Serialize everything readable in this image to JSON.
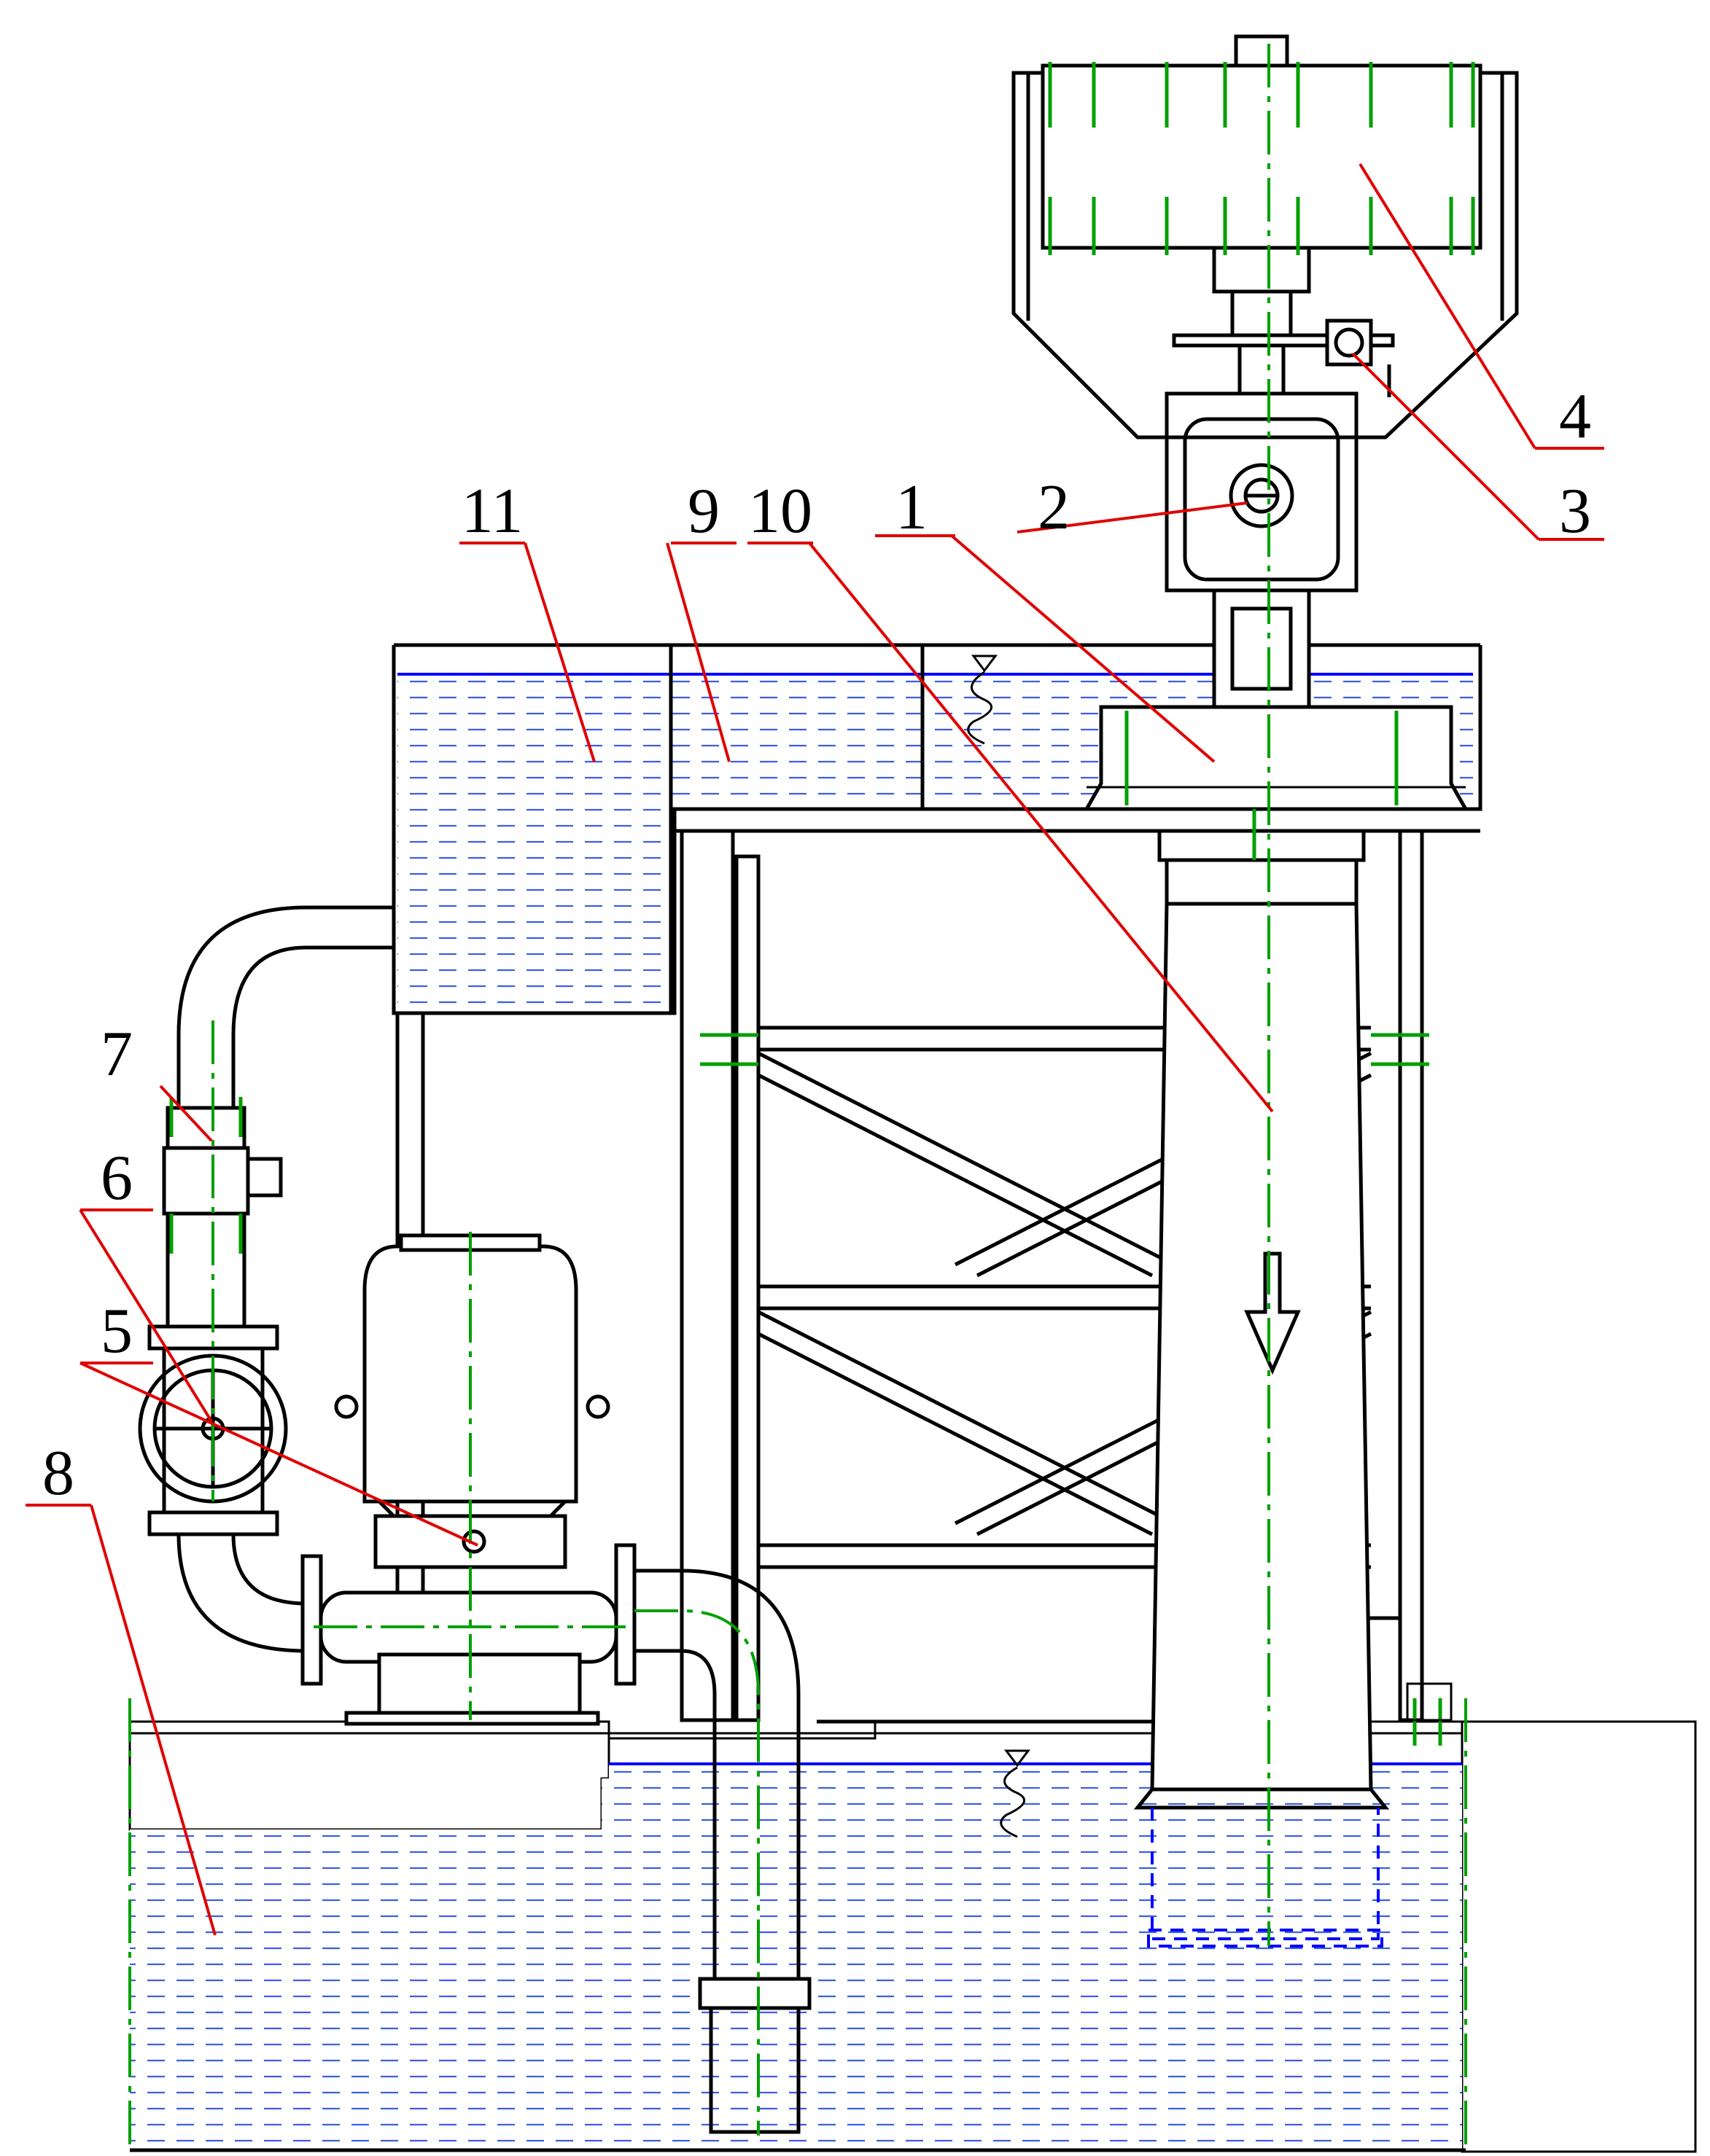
{
  "colors": {
    "outline": "#000000",
    "centerline": "#00a000",
    "leader": "#e00000",
    "water": "#0000ff"
  },
  "callouts": [
    {
      "id": "1",
      "label": "1",
      "part": "tank-mounted-device"
    },
    {
      "id": "2",
      "label": "2",
      "part": "round-window"
    },
    {
      "id": "3",
      "label": "3",
      "part": "drive-pulley"
    },
    {
      "id": "4",
      "label": "4",
      "part": "upper-housing"
    },
    {
      "id": "5",
      "label": "5",
      "part": "pump-motor"
    },
    {
      "id": "6",
      "label": "6",
      "part": "handwheel-valve"
    },
    {
      "id": "7",
      "label": "7",
      "part": "pipe-fitting"
    },
    {
      "id": "8",
      "label": "8",
      "part": "lower-reservoir"
    },
    {
      "id": "9",
      "label": "9",
      "part": "middle-compartment"
    },
    {
      "id": "10",
      "label": "10",
      "part": "vertical-tube"
    },
    {
      "id": "11",
      "label": "11",
      "part": "left-compartment"
    }
  ]
}
